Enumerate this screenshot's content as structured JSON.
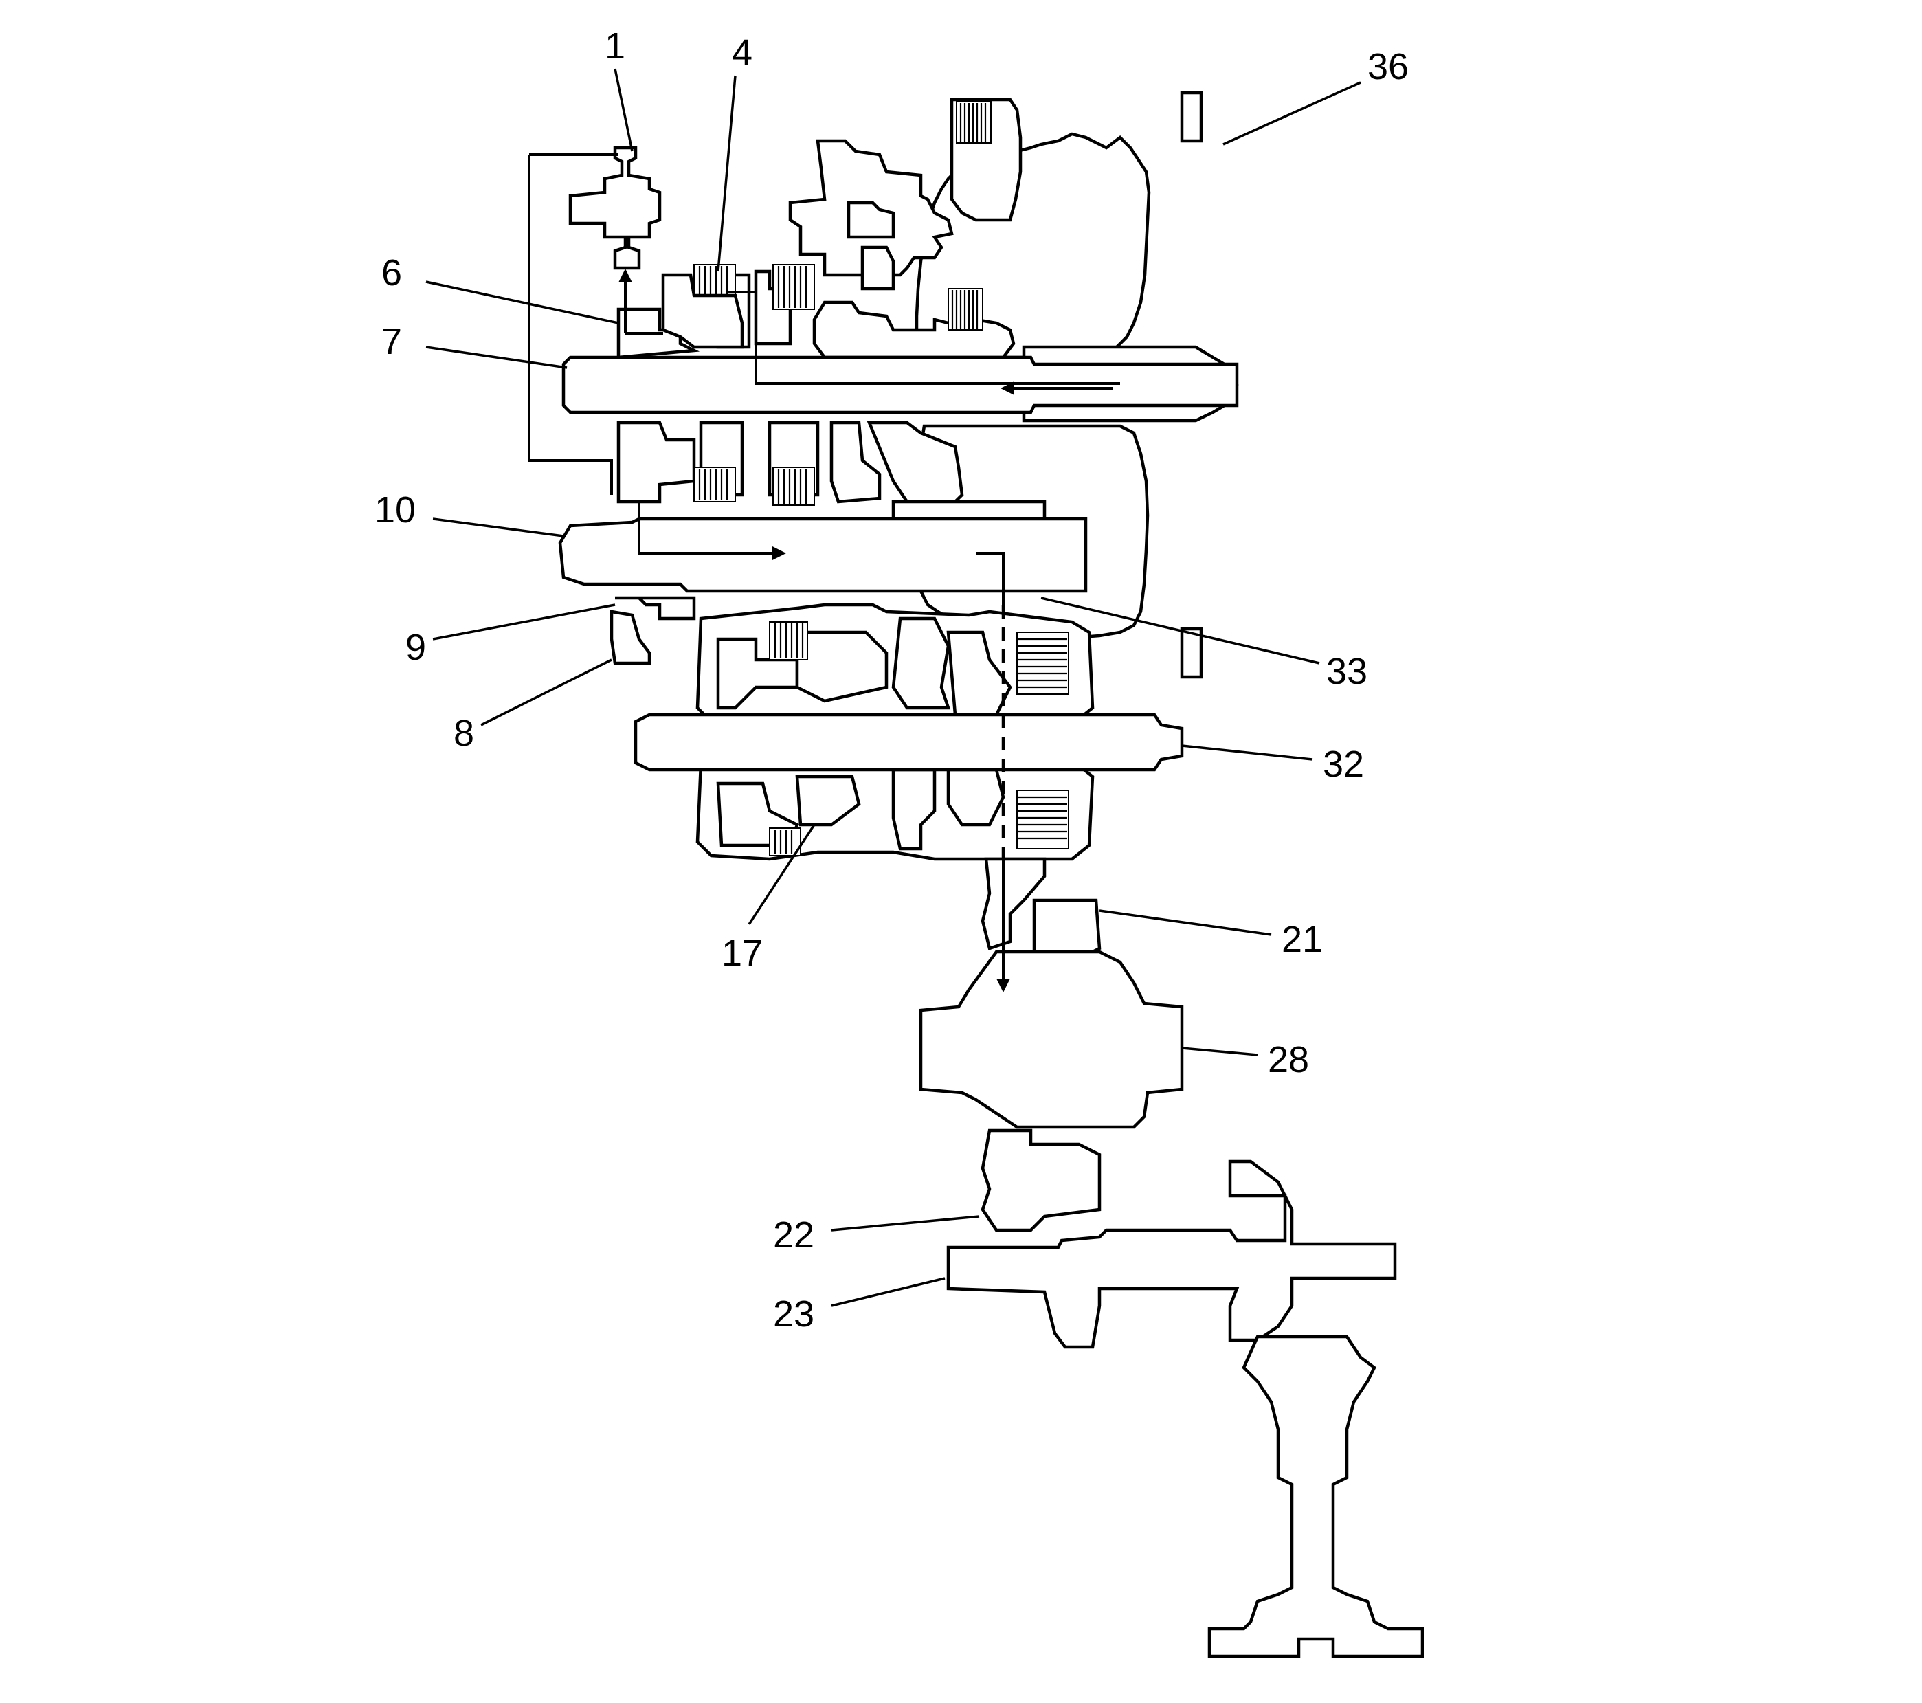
{
  "diagram": {
    "callouts": [
      {
        "id": "1",
        "text": "1"
      },
      {
        "id": "4",
        "text": "4"
      },
      {
        "id": "6",
        "text": "6"
      },
      {
        "id": "7",
        "text": "7"
      },
      {
        "id": "8",
        "text": "8"
      },
      {
        "id": "9",
        "text": "9"
      },
      {
        "id": "10",
        "text": "10"
      },
      {
        "id": "17",
        "text": "17"
      },
      {
        "id": "21",
        "text": "21"
      },
      {
        "id": "22",
        "text": "22"
      },
      {
        "id": "23",
        "text": "23"
      },
      {
        "id": "28",
        "text": "28"
      },
      {
        "id": "32",
        "text": "32"
      },
      {
        "id": "33",
        "text": "33"
      },
      {
        "id": "36",
        "text": "36"
      }
    ]
  }
}
